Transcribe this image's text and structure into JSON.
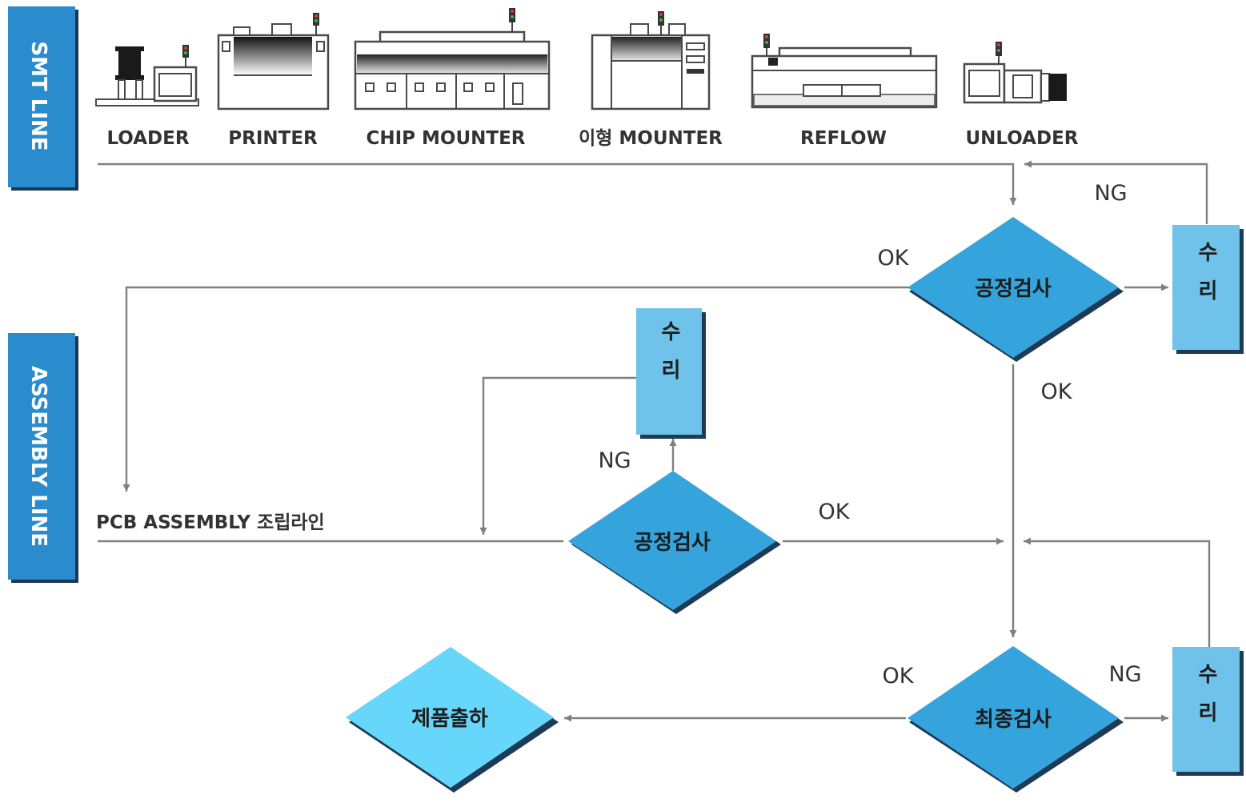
{
  "lines": {
    "smt": "SMT LINE",
    "assembly": "ASSEMBLY LINE"
  },
  "machines": [
    "LOADER",
    "PRINTER",
    "CHIP MOUNTER",
    "이형 MOUNTER",
    "REFLOW",
    "UNLOADER"
  ],
  "nodes": {
    "inspect_smt": "공정검사",
    "inspect_assembly": "공정검사",
    "final_inspect": "최종검사",
    "shipping": "제품출하",
    "repair": "수리"
  },
  "labels": {
    "ok": "OK",
    "ng": "NG",
    "pcb_assembly": "PCB ASSEMBLY 조립라인"
  },
  "colors": {
    "diamond": "#36a4dc",
    "diamond_shadow": "#1f3a55",
    "shipping": "#66d7fb",
    "repair": "#6fc2ea",
    "line_tab": "#2a8ccc"
  }
}
